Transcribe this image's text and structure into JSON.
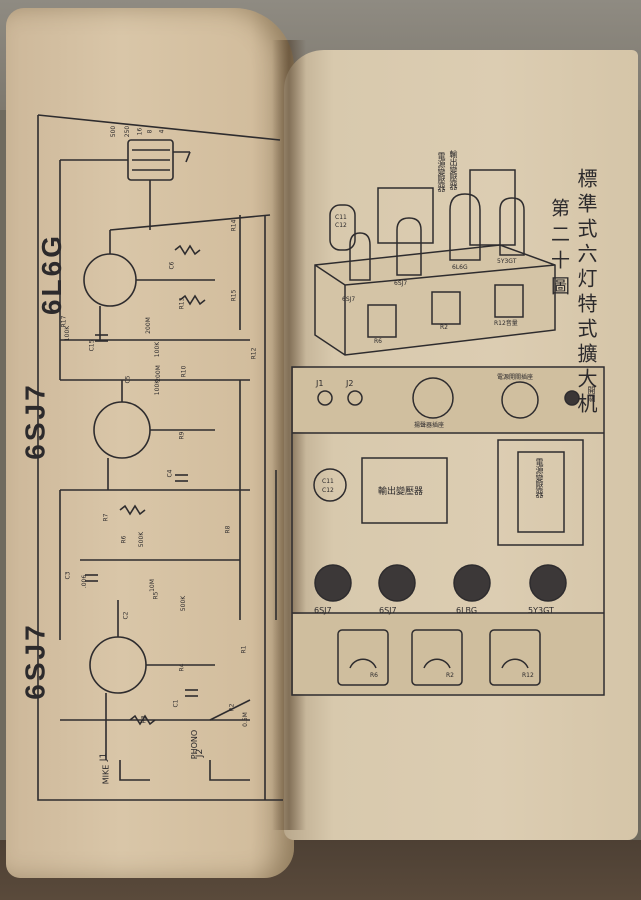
{
  "book": {
    "title_vertical": "標準式六灯特式擴大机",
    "figure_number": "第二十圖"
  },
  "schematic": {
    "tubes": [
      "6L6G",
      "6SJ7",
      "6SJ7"
    ],
    "inputs": [
      {
        "jack": "J1",
        "name": "MIKE"
      },
      {
        "jack": "J2",
        "name": "PHONO"
      }
    ],
    "transformer_taps": [
      "500",
      "250",
      "16",
      "8",
      "4"
    ],
    "resistor_labels": [
      "R17",
      "R14",
      "R15",
      "R13",
      "R9",
      "R10",
      "R8",
      "R7",
      "R6",
      "R5",
      "R4",
      "R3",
      "R2",
      "R1",
      "R12"
    ],
    "capacitor_labels": [
      "C15",
      "C6",
      "C5",
      "C4",
      "C3",
      "C2",
      "C1"
    ],
    "value_labels": [
      "100K",
      "200M",
      "100K",
      "200M",
      "100K",
      "500K",
      ".006",
      "10M",
      "500K",
      "0.5M"
    ]
  },
  "perspective": {
    "callouts": [
      "電源變壓器",
      "輸出變壓器",
      "C11",
      "C12"
    ],
    "tube_labels": [
      "6SJ7",
      "6SJ7",
      "6L6G",
      "5Y3GT"
    ],
    "knob_labels": [
      "R6",
      "R2",
      "R12音量"
    ]
  },
  "panel": {
    "jack_labels": [
      "J1",
      "J2"
    ],
    "socket_label": "揚聲器插座",
    "power_label": "電源開關插座",
    "switch_label": "開關",
    "cap_labels": [
      "C11",
      "C12"
    ],
    "output_tf": "輸出變壓器",
    "power_tf": "電源變壓器",
    "tube_labels": [
      "6SJ7",
      "6SJ7",
      "6LBG",
      "5Y3GT"
    ],
    "knob_labels": [
      "R6",
      "R2",
      "R12"
    ]
  }
}
